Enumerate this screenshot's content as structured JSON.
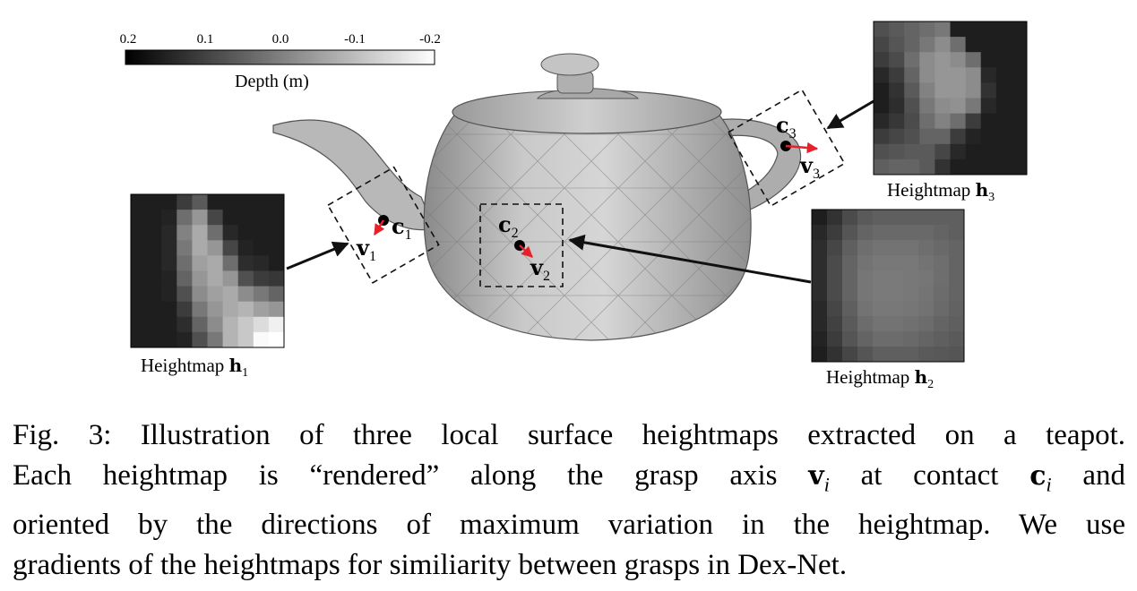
{
  "colorbar": {
    "ticks": [
      "0.2",
      "0.1",
      "0.0",
      "-0.1",
      "-0.2"
    ],
    "label": "Depth (m)"
  },
  "heightmaps": {
    "h1": {
      "prefix": "Heightmap",
      "symbol": "h",
      "index": "1"
    },
    "h2": {
      "prefix": "Heightmap",
      "symbol": "h",
      "index": "2"
    },
    "h3": {
      "prefix": "Heightmap",
      "symbol": "h",
      "index": "3"
    }
  },
  "contacts": {
    "c1": {
      "symbol": "c",
      "index": "1"
    },
    "c2": {
      "symbol": "c",
      "index": "2"
    },
    "c3": {
      "symbol": "c",
      "index": "3"
    }
  },
  "axes": {
    "v1": {
      "symbol": "v",
      "index": "1"
    },
    "v2": {
      "symbol": "v",
      "index": "2"
    },
    "v3": {
      "symbol": "v",
      "index": "3"
    }
  },
  "caption": {
    "line1": "Fig. 3: Illustration of three local surface heightmaps extracted on a teapot.",
    "line2_a": "Each heightmap is “rendered” along the grasp axis",
    "line2_v": "v",
    "line2_vi": "i",
    "line2_b": "at contact",
    "line2_c": "c",
    "line2_ci": "i",
    "line2_d": "and",
    "line3": "oriented by the directions of maximum variation in the heightmap. We use",
    "line4": "gradients of the heightmaps for similiarity between grasps in Dex-Net."
  },
  "colors": {
    "arrow_red": "#e8202a",
    "arrow_black": "#111111"
  },
  "heightmap_pixels": {
    "h1": [
      [
        30,
        30,
        30,
        60,
        90,
        30,
        30,
        30,
        30,
        30
      ],
      [
        30,
        30,
        35,
        110,
        150,
        70,
        30,
        30,
        30,
        30
      ],
      [
        30,
        30,
        40,
        130,
        170,
        110,
        40,
        30,
        30,
        30
      ],
      [
        30,
        30,
        40,
        120,
        170,
        150,
        70,
        35,
        30,
        30
      ],
      [
        30,
        30,
        40,
        110,
        160,
        170,
        110,
        45,
        40,
        30
      ],
      [
        30,
        30,
        35,
        100,
        150,
        170,
        150,
        80,
        60,
        55
      ],
      [
        30,
        30,
        35,
        80,
        140,
        160,
        170,
        140,
        120,
        100
      ],
      [
        30,
        30,
        30,
        60,
        120,
        150,
        170,
        180,
        160,
        150
      ],
      [
        30,
        30,
        30,
        45,
        100,
        140,
        180,
        200,
        220,
        240
      ],
      [
        30,
        30,
        30,
        35,
        80,
        120,
        180,
        200,
        250,
        255
      ]
    ],
    "h2": [
      [
        30,
        50,
        75,
        90,
        95,
        95,
        95,
        95,
        95,
        95
      ],
      [
        40,
        60,
        85,
        100,
        105,
        105,
        105,
        105,
        100,
        95
      ],
      [
        45,
        70,
        95,
        110,
        115,
        115,
        115,
        110,
        105,
        100
      ],
      [
        45,
        75,
        100,
        115,
        120,
        120,
        120,
        115,
        110,
        100
      ],
      [
        45,
        75,
        100,
        118,
        122,
        122,
        120,
        118,
        110,
        100
      ],
      [
        45,
        75,
        100,
        118,
        122,
        122,
        120,
        116,
        108,
        100
      ],
      [
        40,
        70,
        95,
        115,
        120,
        120,
        118,
        114,
        106,
        98
      ],
      [
        40,
        65,
        90,
        108,
        115,
        115,
        112,
        108,
        100,
        95
      ],
      [
        35,
        60,
        85,
        100,
        108,
        108,
        105,
        100,
        95,
        90
      ],
      [
        30,
        50,
        70,
        85,
        95,
        95,
        95,
        90,
        88,
        85
      ]
    ],
    "h3": [
      [
        80,
        90,
        100,
        110,
        120,
        30,
        30,
        30,
        30,
        30
      ],
      [
        70,
        85,
        100,
        120,
        140,
        110,
        30,
        30,
        30,
        30
      ],
      [
        60,
        75,
        110,
        140,
        150,
        140,
        110,
        30,
        30,
        30
      ],
      [
        40,
        60,
        100,
        140,
        150,
        150,
        140,
        40,
        30,
        30
      ],
      [
        30,
        50,
        90,
        130,
        150,
        150,
        140,
        50,
        30,
        30
      ],
      [
        30,
        45,
        80,
        120,
        140,
        145,
        120,
        40,
        30,
        30
      ],
      [
        40,
        55,
        75,
        110,
        130,
        110,
        60,
        30,
        30,
        30
      ],
      [
        60,
        70,
        80,
        100,
        100,
        60,
        35,
        30,
        30,
        30
      ],
      [
        80,
        85,
        90,
        90,
        70,
        40,
        30,
        30,
        30,
        30
      ],
      [
        95,
        100,
        100,
        90,
        50,
        30,
        30,
        30,
        30,
        30
      ]
    ]
  }
}
